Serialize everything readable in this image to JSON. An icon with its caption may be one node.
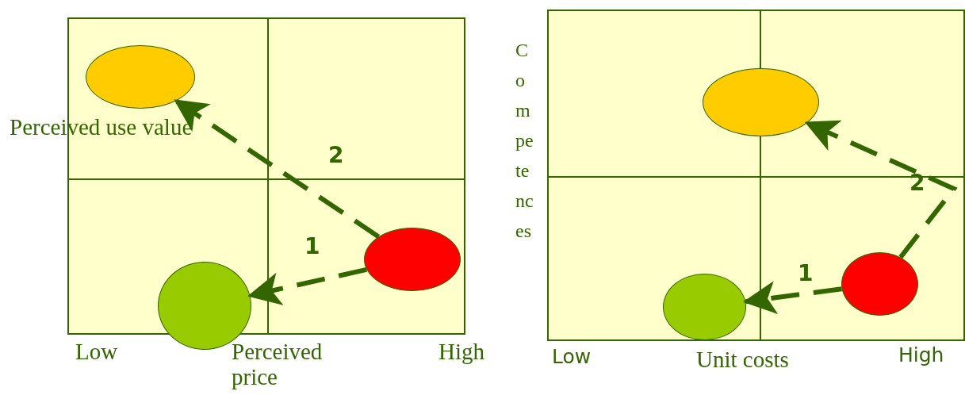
{
  "diagram": {
    "nodes": [
      {
        "text": [],
        "shape": "box"
      },
      {
        "text": [],
        "shape": "ellipse",
        "in": 0
      },
      {
        "text": [],
        "shape": "ellipse",
        "in": 0
      },
      {
        "text": [],
        "shape": "ellipse",
        "in": 0
      },
      {
        "text": [],
        "shape": "box"
      },
      {
        "text": [],
        "shape": "ellipse",
        "in": 4
      },
      {
        "text": [],
        "shape": "ellipse",
        "in": 4
      },
      {
        "text": [],
        "shape": "ellipse",
        "in": 4
      }
    ],
    "edges": [
      {
        "from": 3,
        "to": 2,
        "arrow": "to",
        "label": "1",
        "style": "dashed"
      },
      {
        "from": 3,
        "to": 1,
        "arrow": "to",
        "label": "2",
        "style": "dashed"
      },
      {
        "from": 7,
        "to": 6,
        "arrow": "to",
        "label": "1",
        "style": "dashed"
      },
      {
        "from": 7,
        "to": 5,
        "arrow": "to",
        "label": "2",
        "style": "dashed"
      }
    ],
    "labels": [
      "Perceived use value",
      "Low",
      "Perceived price",
      "High",
      "Competences",
      "Low",
      "Unit costs",
      "High"
    ]
  }
}
